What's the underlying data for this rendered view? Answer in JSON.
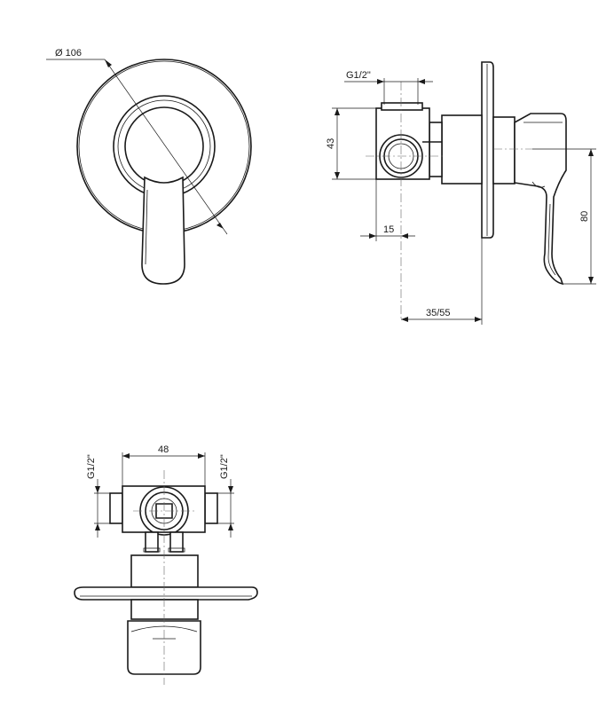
{
  "front_view": {
    "diameter_label": "Ø 106"
  },
  "side_view": {
    "thread_label": "G1/2\"",
    "height_label": "43",
    "offset_label": "15",
    "depth_label": "35/55",
    "lever_label": "80"
  },
  "bottom_view": {
    "width_label": "48",
    "thread_left_label": "G1/2\"",
    "thread_right_label": "G1/2\""
  }
}
